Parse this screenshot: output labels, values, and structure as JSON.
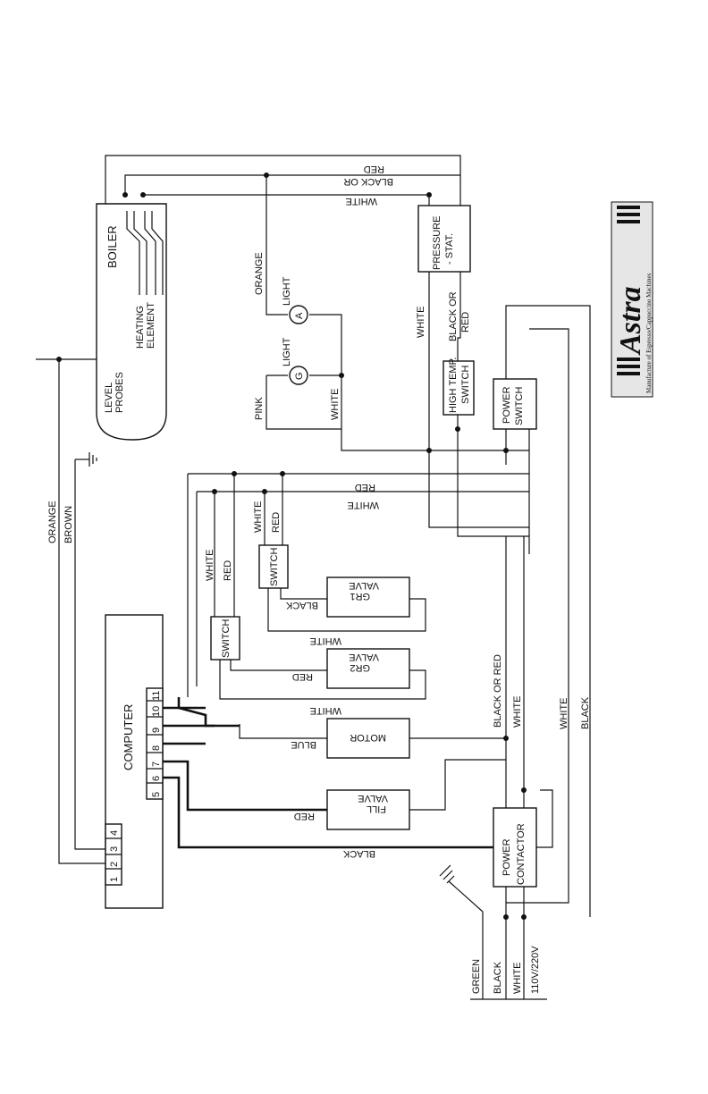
{
  "components": {
    "boiler": "BOILER",
    "heating_element": [
      "HEATING",
      "ELEMENT"
    ],
    "level_probes": [
      "LEVEL",
      "PROBES"
    ],
    "pressurestat": [
      "PRESSURE",
      "- STAT."
    ],
    "high_temp_switch": [
      "HIGH TEMP.",
      "SWITCH"
    ],
    "power_switch": [
      "POWER",
      "SWITCH"
    ],
    "light_a": "A",
    "light_g": "G",
    "light_label": "LIGHT",
    "switch": "SWITCH",
    "gr1_valve": [
      "GR1",
      "VALVE"
    ],
    "gr2_valve": [
      "GR2",
      "VALVE"
    ],
    "motor": "MOTOR",
    "fill_valve": [
      "FILL",
      "VALVE"
    ],
    "computer": "COMPUTER",
    "computer_terminals_top": [
      "5",
      "6",
      "7",
      "8",
      "9",
      "10",
      "11"
    ],
    "computer_terminals_bottom": [
      "1",
      "2",
      "3",
      "4"
    ],
    "power_contactor": [
      "POWER",
      "CONTACTOR"
    ]
  },
  "wire_labels": {
    "red": "RED",
    "black_or": "BLACK  OR",
    "white": "WHITE",
    "orange": "ORANGE",
    "pink": "PINK",
    "brown": "BROWN",
    "black": "BLACK",
    "blue": "BLUE",
    "black_or_red": "BLACK  OR  RED",
    "green": "GREEN",
    "voltage": "110V/220V"
  },
  "logo": {
    "name": "Astra",
    "tagline": "Manufacture of Espresso/Cappuccino Machines"
  }
}
